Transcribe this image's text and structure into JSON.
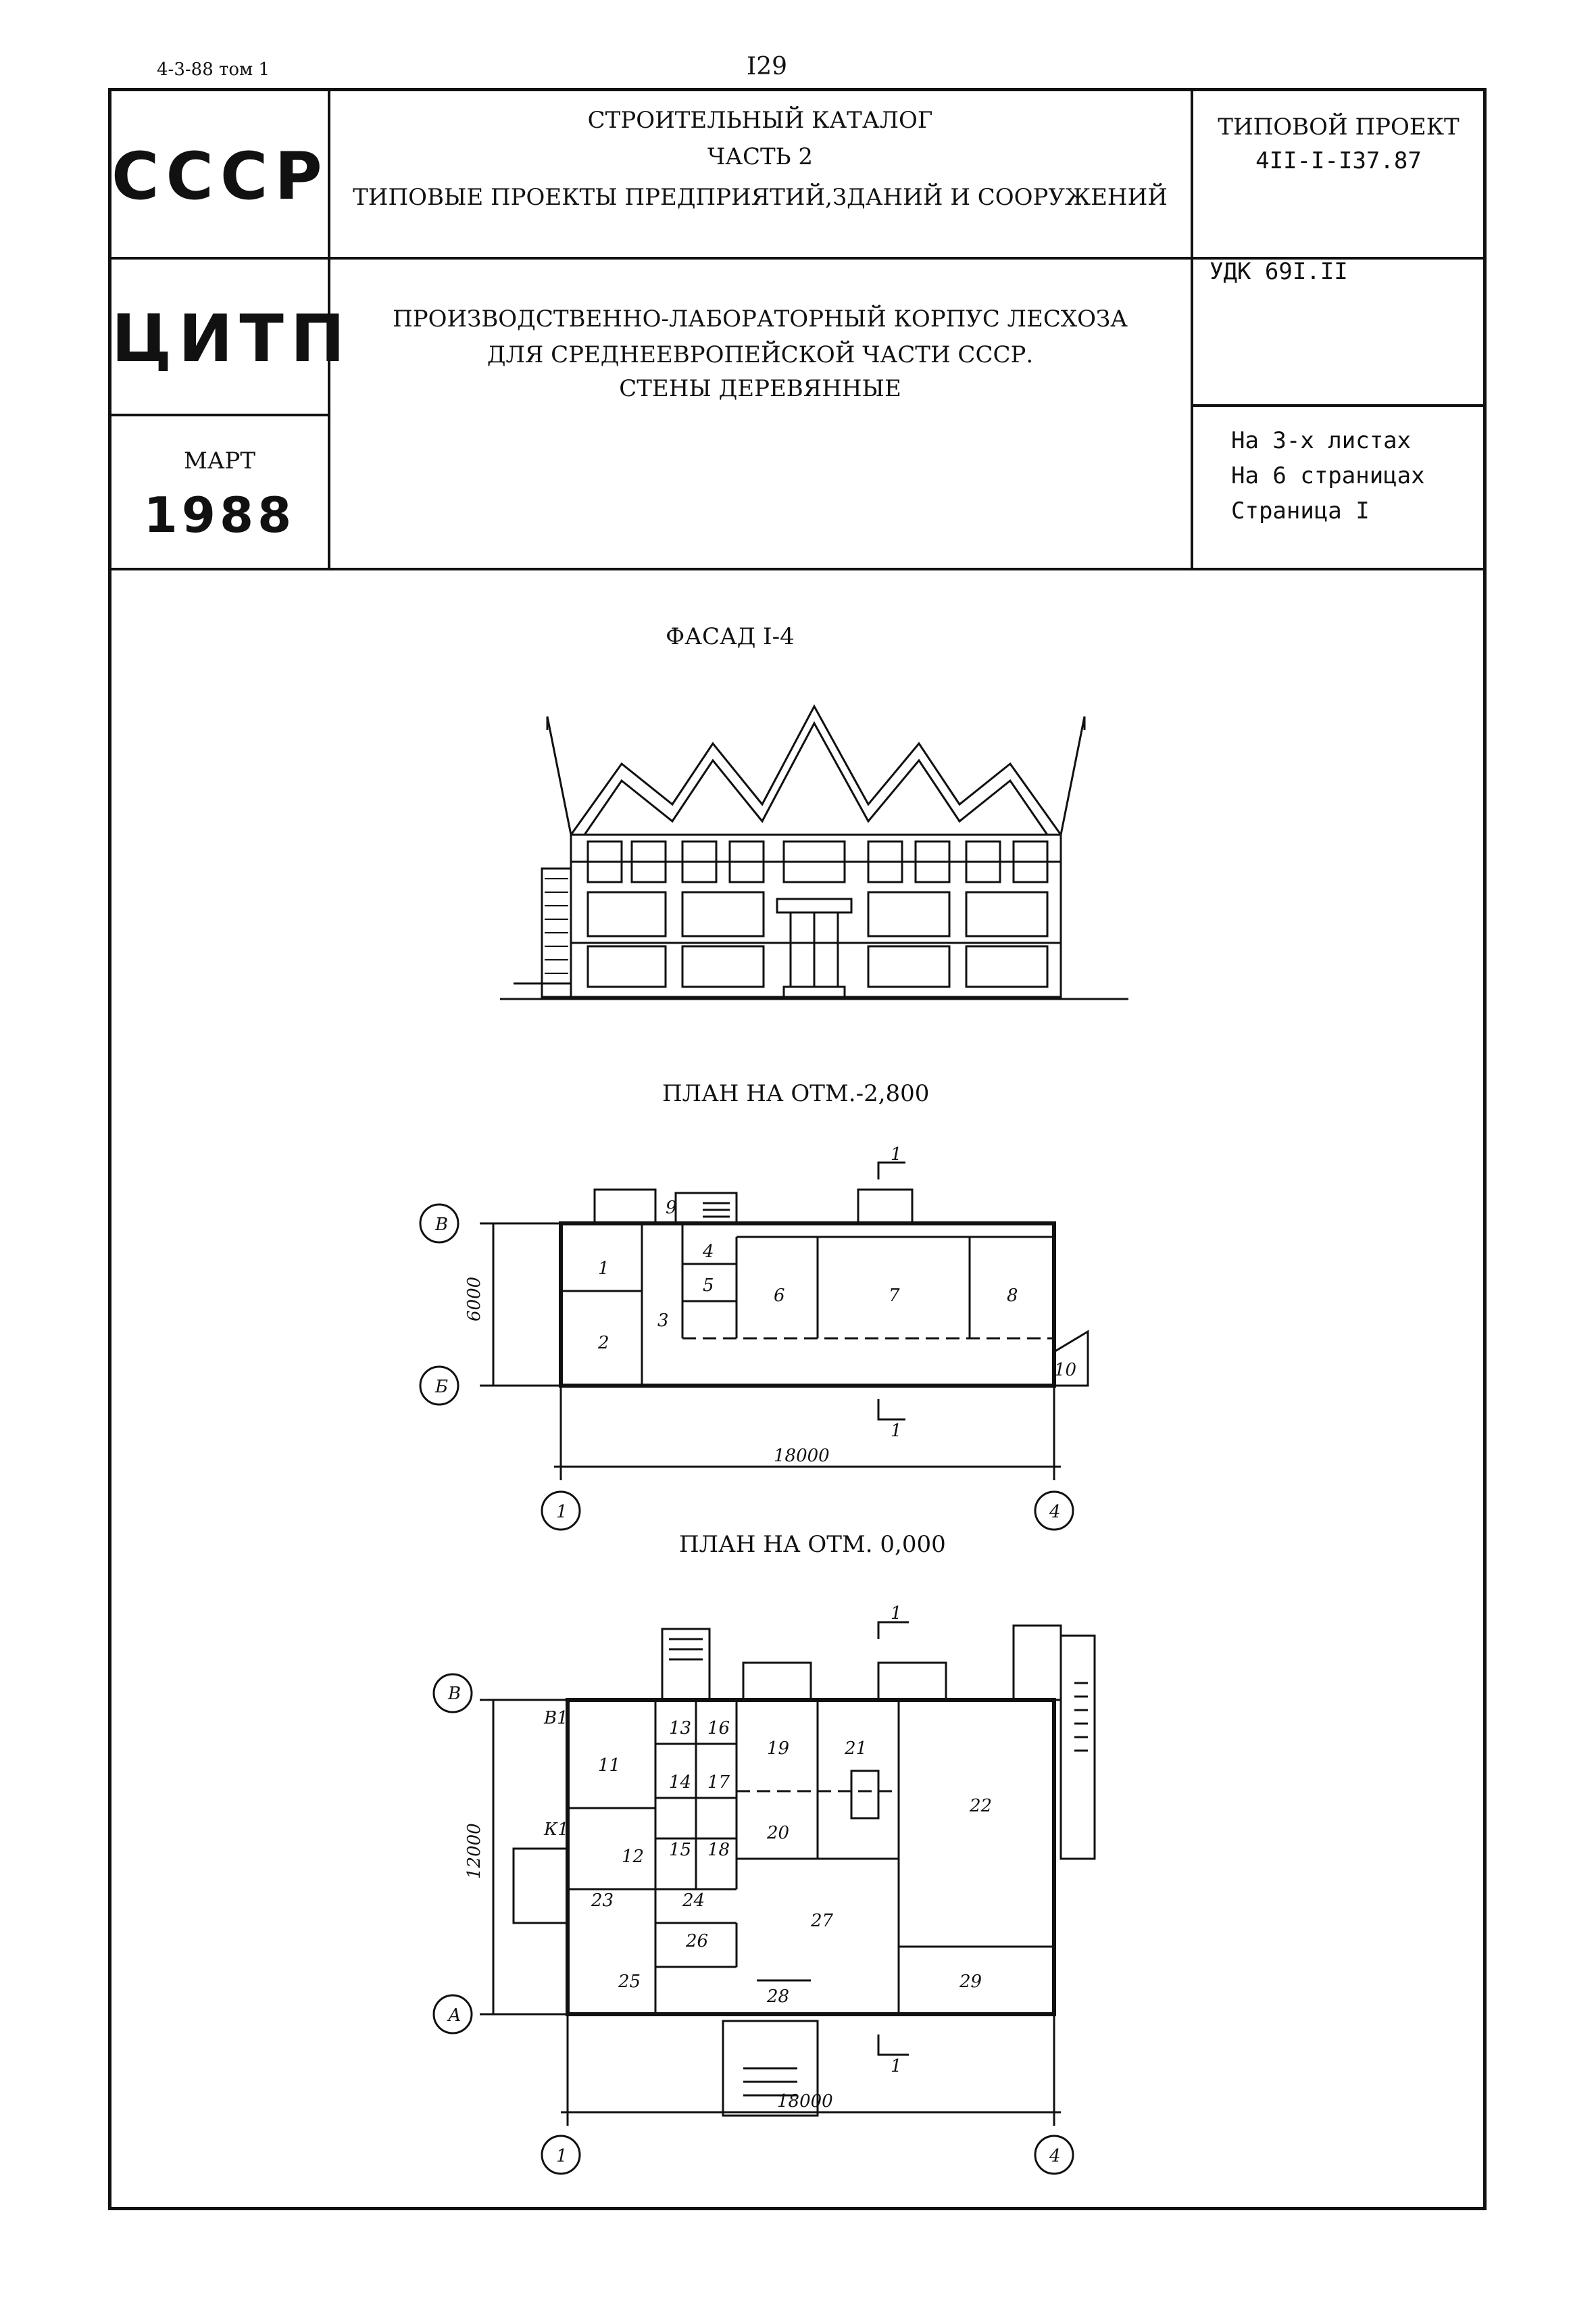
{
  "page": {
    "series_mark": "4-3-88 том 1",
    "page_number": "I29"
  },
  "title_block": {
    "org_top": "СССР",
    "org_mid": "ЦИТП",
    "month": "МАРТ",
    "year": "1988",
    "catalog_line1": "СТРОИТЕЛЬНЫЙ КАТАЛОГ",
    "catalog_line2": "ЧАСТЬ 2",
    "catalog_line3": "ТИПОВЫЕ ПРОЕКТЫ ПРЕДПРИЯТИЙ,ЗДАНИЙ И СООРУЖЕНИЙ",
    "project_label": "ТИПОВОЙ ПРОЕКТ",
    "project_code": "4II-I-I37.87",
    "udk": "УДК 69I.II",
    "object_line1": "ПРОИЗВОДСТВЕННО-ЛАБОРАТОРНЫЙ КОРПУС ЛЕСХОЗА",
    "object_line2": "ДЛЯ СРЕДНЕЕВРОПЕЙСКОЙ ЧАСТИ СССР.",
    "object_line3": "СТЕНЫ ДЕРЕВЯННЫЕ",
    "sheets_line1": "На 3-х листах",
    "sheets_line2": "На 6 страницах",
    "sheets_line3": "Страница I"
  },
  "facade": {
    "title": "ФАСАД I-4"
  },
  "plan1": {
    "title": "ПЛАН НА ОТМ.-2,800",
    "dim_width": "18000",
    "dim_height": "6000",
    "axis_1": "1",
    "axis_4": "4",
    "axis_B": "В",
    "axis_Bb": "Б",
    "section": "1",
    "rooms": [
      "1",
      "2",
      "3",
      "4",
      "5",
      "6",
      "7",
      "8",
      "9",
      "10"
    ]
  },
  "plan2": {
    "title": "ПЛАН НА ОТМ. 0,000",
    "dim_width": "18000",
    "dim_height": "12000",
    "axis_1": "1",
    "axis_4": "4",
    "axis_B": "В",
    "axis_A": "А",
    "section": "1",
    "entry_b1": "В1",
    "entry_k1": "К1",
    "rooms": [
      "11",
      "12",
      "13",
      "14",
      "15",
      "16",
      "17",
      "18",
      "19",
      "20",
      "21",
      "22",
      "23",
      "24",
      "25",
      "26",
      "27",
      "28",
      "29"
    ]
  }
}
